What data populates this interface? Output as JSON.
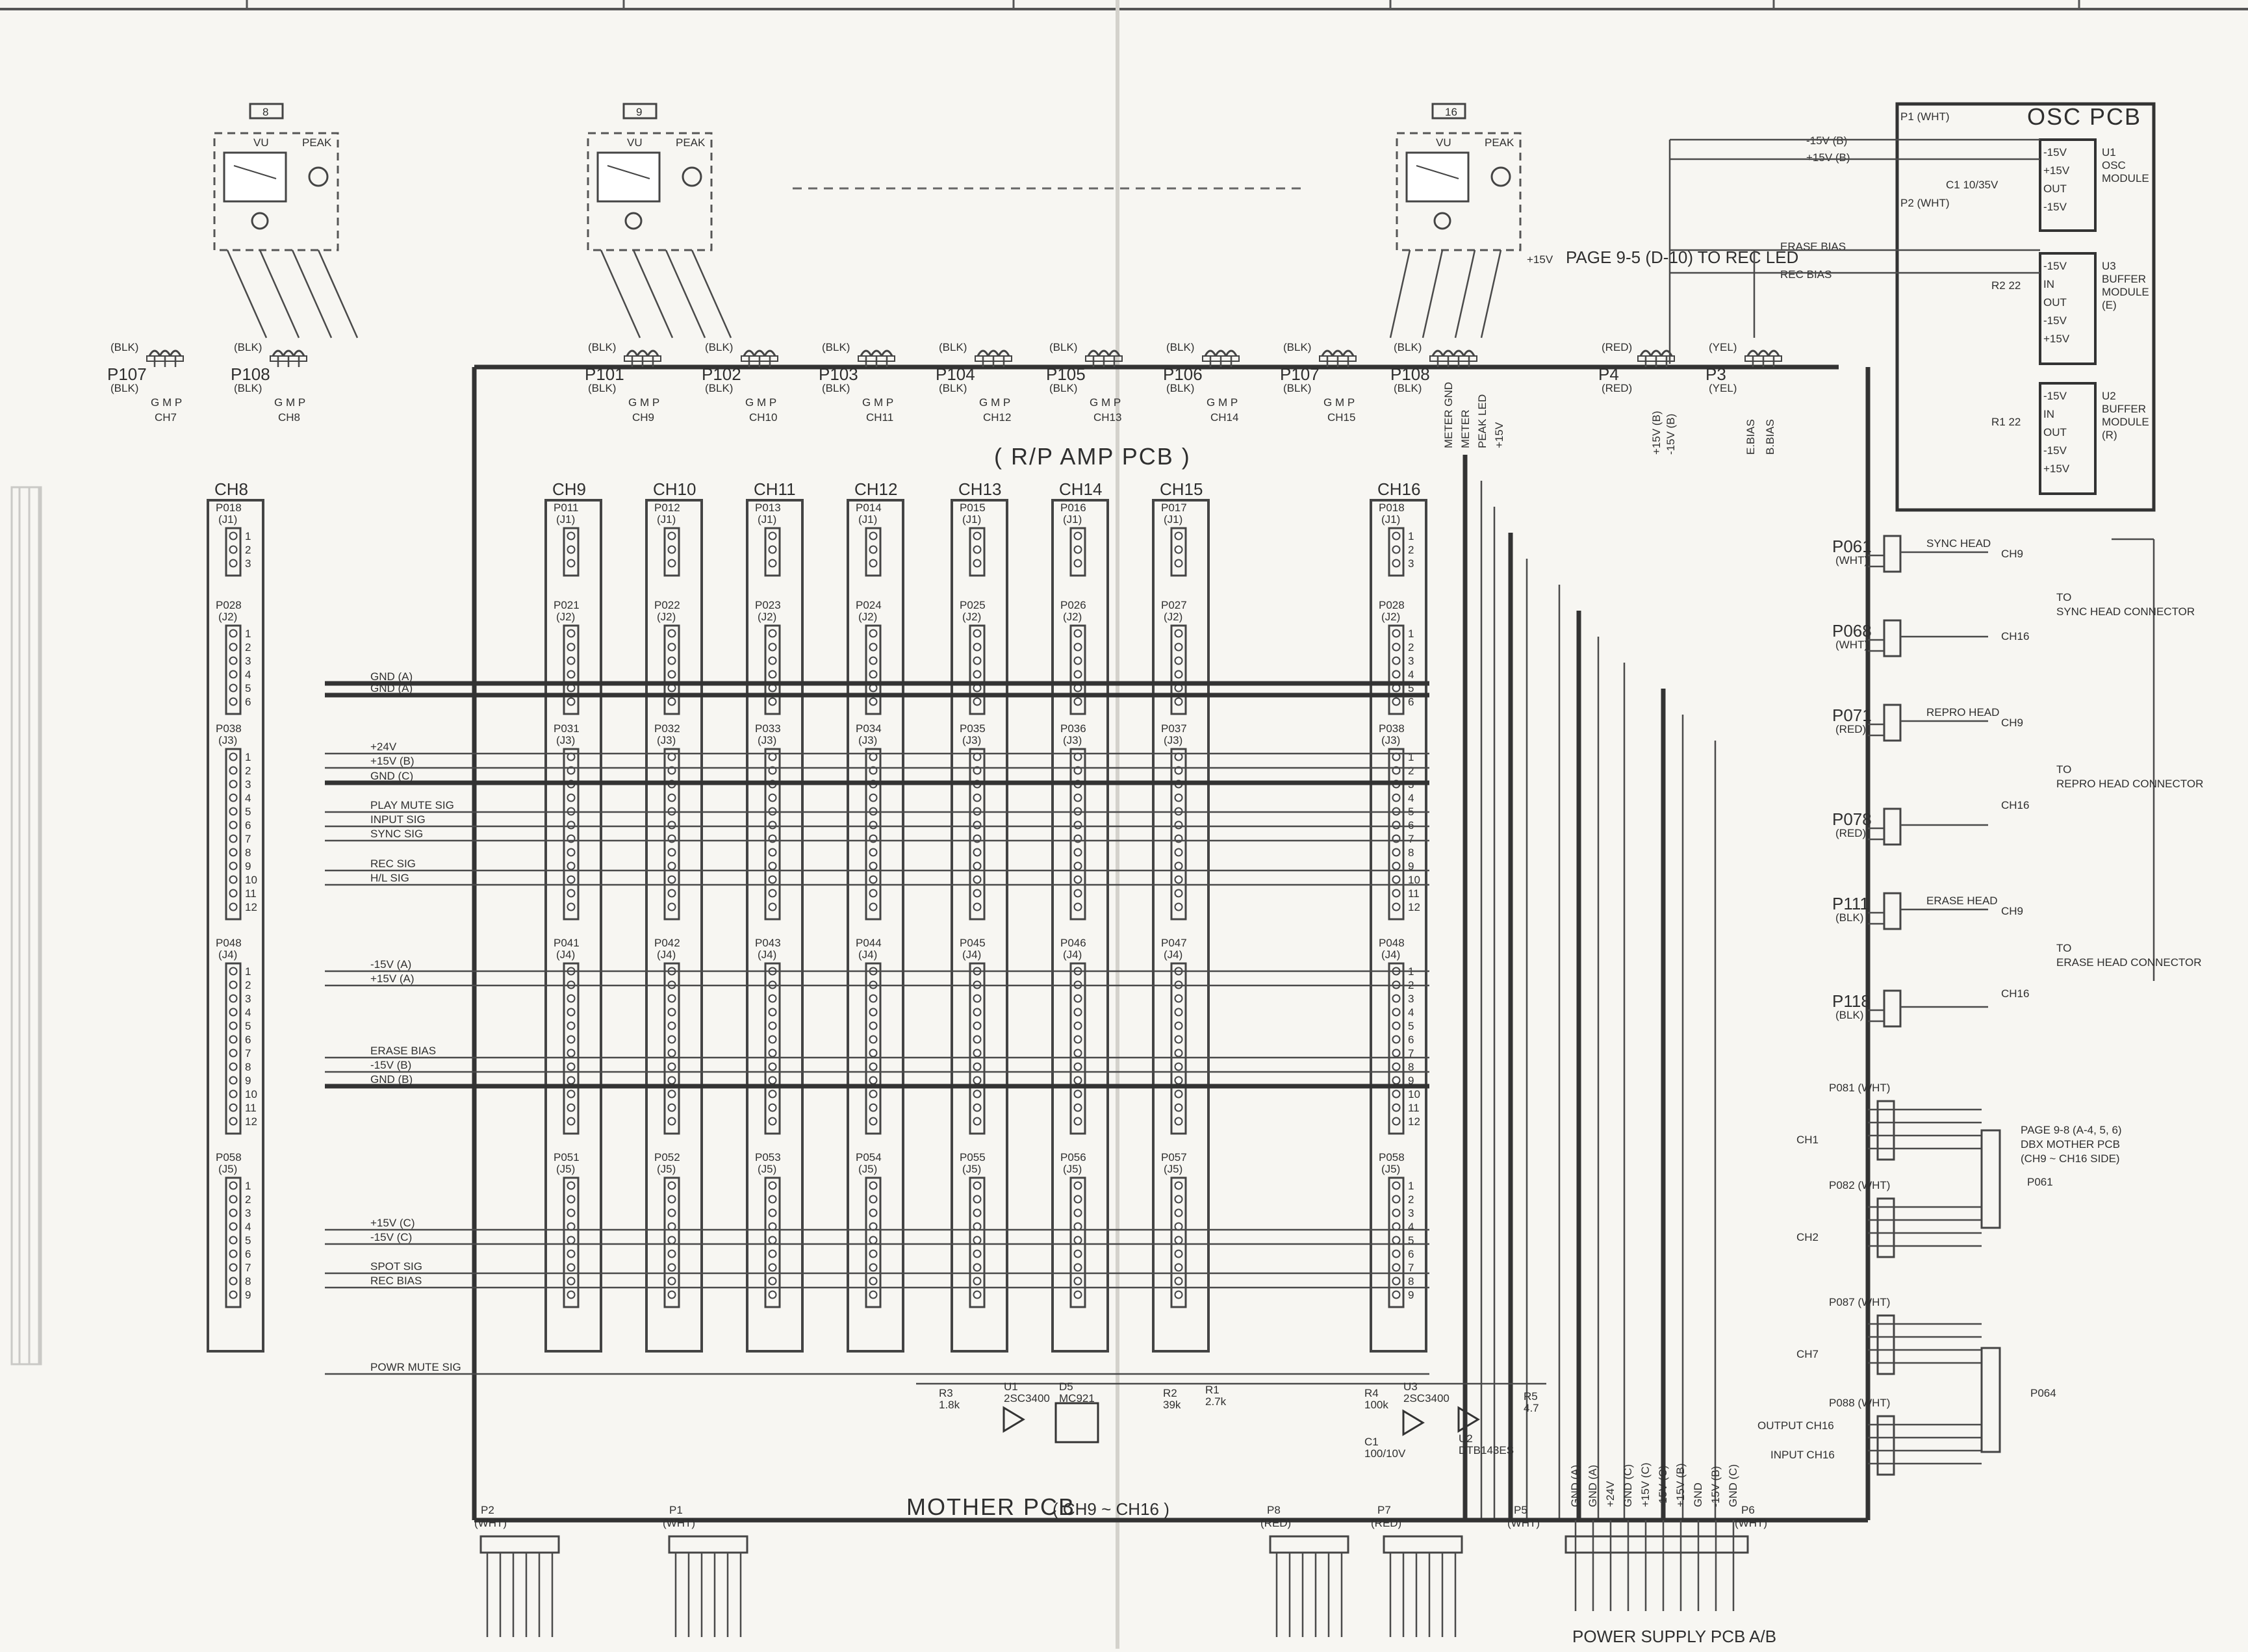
{
  "meter_units": [
    {
      "id": "8",
      "vu": "VU",
      "peak": "PEAK"
    },
    {
      "id": "9",
      "vu": "VU",
      "peak": "PEAK"
    },
    {
      "id": "16",
      "vu": "VU",
      "peak": "PEAK"
    }
  ],
  "rec_led_note": {
    "v": "+15V",
    "text": "PAGE 9-5 (D-10) TO REC LED"
  },
  "top_connectors": [
    {
      "name": "P107",
      "color": "(BLK)",
      "ch": "CH7",
      "pins": "G M P"
    },
    {
      "name": "P108",
      "color": "(BLK)",
      "ch": "CH8",
      "pins": "G M P"
    },
    {
      "name": "P101",
      "color": "(BLK)",
      "ch": "CH9",
      "pins": "G M P"
    },
    {
      "name": "P102",
      "color": "(BLK)",
      "ch": "CH10",
      "pins": "G M P"
    },
    {
      "name": "P103",
      "color": "(BLK)",
      "ch": "CH11",
      "pins": "G M P"
    },
    {
      "name": "P104",
      "color": "(BLK)",
      "ch": "CH12",
      "pins": "G M P"
    },
    {
      "name": "P105",
      "color": "(BLK)",
      "ch": "CH13",
      "pins": "G M P"
    },
    {
      "name": "P106",
      "color": "(BLK)",
      "ch": "CH14",
      "pins": "G M P"
    },
    {
      "name": "P107",
      "color": "(BLK)",
      "ch": "CH15",
      "pins": "G M P"
    },
    {
      "name": "P108",
      "color": "(BLK)",
      "ch": "",
      "pins": ""
    },
    {
      "name": "P4",
      "color": "(RED)",
      "ch": "",
      "pins": ""
    },
    {
      "name": "P3",
      "color": "(YEL)",
      "ch": "",
      "pins": ""
    }
  ],
  "p108_pins": [
    "METER GND",
    "METER",
    "PEAK LED",
    "+15V"
  ],
  "p4_pins": [
    "+15V (B)",
    "-15V (B)"
  ],
  "p3_pins": [
    "E.BIAS",
    "B.BIAS"
  ],
  "rp_amp_title": "( R/P AMP PCB )",
  "channels": [
    {
      "ch": "CH8",
      "j": [
        "P018",
        "P028",
        "P038",
        "P048",
        "P058"
      ]
    },
    {
      "ch": "CH9",
      "j": [
        "P011",
        "P021",
        "P031",
        "P041",
        "P051"
      ]
    },
    {
      "ch": "CH10",
      "j": [
        "P012",
        "P022",
        "P032",
        "P042",
        "P052"
      ]
    },
    {
      "ch": "CH11",
      "j": [
        "P013",
        "P023",
        "P033",
        "P043",
        "P053"
      ]
    },
    {
      "ch": "CH12",
      "j": [
        "P014",
        "P024",
        "P034",
        "P044",
        "P054"
      ]
    },
    {
      "ch": "CH13",
      "j": [
        "P015",
        "P025",
        "P035",
        "P045",
        "P055"
      ]
    },
    {
      "ch": "CH14",
      "j": [
        "P016",
        "P026",
        "P036",
        "P046",
        "P056"
      ]
    },
    {
      "ch": "CH15",
      "j": [
        "P017",
        "P027",
        "P037",
        "P047",
        "P057"
      ]
    },
    {
      "ch": "CH16",
      "j": [
        "P018",
        "P028",
        "P038",
        "P048",
        "P058"
      ]
    }
  ],
  "jack_labels": [
    "(J1)",
    "(J2)",
    "(J3)",
    "(J4)",
    "(J5)"
  ],
  "bus_labels": {
    "gnd_a": "GND (A)",
    "gnd_a2": "GND (A)",
    "p24": "+24V",
    "p15b": "+15V (B)",
    "gnd_c": "GND (C)",
    "play_mute": "PLAY MUTE SIG",
    "input_sig": "INPUT SIG",
    "sync_sig": "SYNC SIG",
    "rec_sig": "REC SIG",
    "hl_sig": "H/L SIG",
    "m15a": "-15V (A)",
    "p15a": "+15V (A)",
    "erase_bias": "ERASE BIAS",
    "m15b": "-15V (B)",
    "gnd_b": "GND (B)",
    "p15c": "+15V (C)",
    "m15c": "-15V (C)",
    "spot_sig": "SPOT SIG",
    "rec_bias": "REC BIAS",
    "powr_mute": "POWR MUTE SIG"
  },
  "osc": {
    "title": "OSC PCB",
    "p1": "P1 (WHT)",
    "p2": "P2 (WHT)",
    "c1": "C1 10/35V",
    "in1": "-15V (B)",
    "in2": "+15V (B)",
    "erase": "ERASE BIAS",
    "recb": "REC BIAS",
    "u1": "U1 OSC MODULE",
    "u3": "U3 BUFFER MODULE (E)",
    "u2": "U2 BUFFER MODULE (R)",
    "r2": "R2 22",
    "r1": "R1 22",
    "pins_u1": [
      "-15V",
      "+15V",
      "OUT",
      "-15V"
    ],
    "pins_u3": [
      "-15V",
      "IN",
      "OUT",
      "-15V",
      "+15V"
    ],
    "pins_u2": [
      "-15V",
      "IN",
      "OUT",
      "-15V",
      "+15V"
    ]
  },
  "head_connectors": [
    {
      "p": "P061",
      "c": "(WHT)",
      "label": "SYNC HEAD",
      "top": "CH9",
      "bot": "CH16"
    },
    {
      "p": "P068",
      "c": "(WHT)",
      "label": "",
      "top": "",
      "bot": ""
    },
    {
      "p": "P071",
      "c": "(RED)",
      "label": "REPRO HEAD",
      "top": "CH9",
      "bot": "CH16"
    },
    {
      "p": "P078",
      "c": "(RED)",
      "label": "",
      "top": "",
      "bot": ""
    },
    {
      "p": "P111",
      "c": "(BLK)",
      "label": "ERASE HEAD",
      "top": "CH9",
      "bot": "CH16"
    },
    {
      "p": "P118",
      "c": "(BLK)",
      "label": "",
      "top": "",
      "bot": ""
    }
  ],
  "head_dest": [
    "TO SYNC HEAD CONNECTOR",
    "TO REPRO HEAD CONNECTOR",
    "TO ERASE HEAD CONNECTOR"
  ],
  "dbx": {
    "p081": "P081 (WHT)",
    "p082": "P082 (WHT)",
    "p087": "P087 (WHT)",
    "p088": "P088 (WHT)",
    "ch1": "CH1",
    "ch2": "CH2",
    "ch7": "CH7",
    "note": "PAGE 9-8 (A-4, 5, 6) DBX MOTHER PCB (CH9 ~ CH16 SIDE)",
    "p061": "P061",
    "p064": "P064",
    "output": "OUTPUT CH16",
    "input": "INPUT CH16"
  },
  "components": {
    "r3": "R3 1.8k",
    "u1": "U1 2SC3400",
    "d5": "D5 MC921",
    "r2": "R2 39k",
    "r1": "R1 2.7k",
    "r4": "R4 100k",
    "u3": "U3 2SC3400",
    "c1": "C1 100/10V",
    "u2": "U2 DTB143ES",
    "r5": "R5 4.7"
  },
  "mother": {
    "title": "MOTHER PCB",
    "sub": "( CH9 ~ CH16 )"
  },
  "bottom_connectors": [
    {
      "p": "P2",
      "c": "(WHT)"
    },
    {
      "p": "P1",
      "c": "(WHT)"
    },
    {
      "p": "P8",
      "c": "(RED)"
    },
    {
      "p": "P7",
      "c": "(RED)"
    },
    {
      "p": "P5",
      "c": "(WHT)"
    },
    {
      "p": "P6",
      "c": "(WHT)"
    }
  ],
  "power_pins": [
    "GND (A)",
    "GND (A)",
    "+24V",
    "GND (C)",
    "+15V (C)",
    "-15V (C)",
    "+15V (B)",
    "GND",
    "-15V (B)",
    "GND (C)"
  ],
  "power_supply": "POWER SUPPLY PCB A/B"
}
